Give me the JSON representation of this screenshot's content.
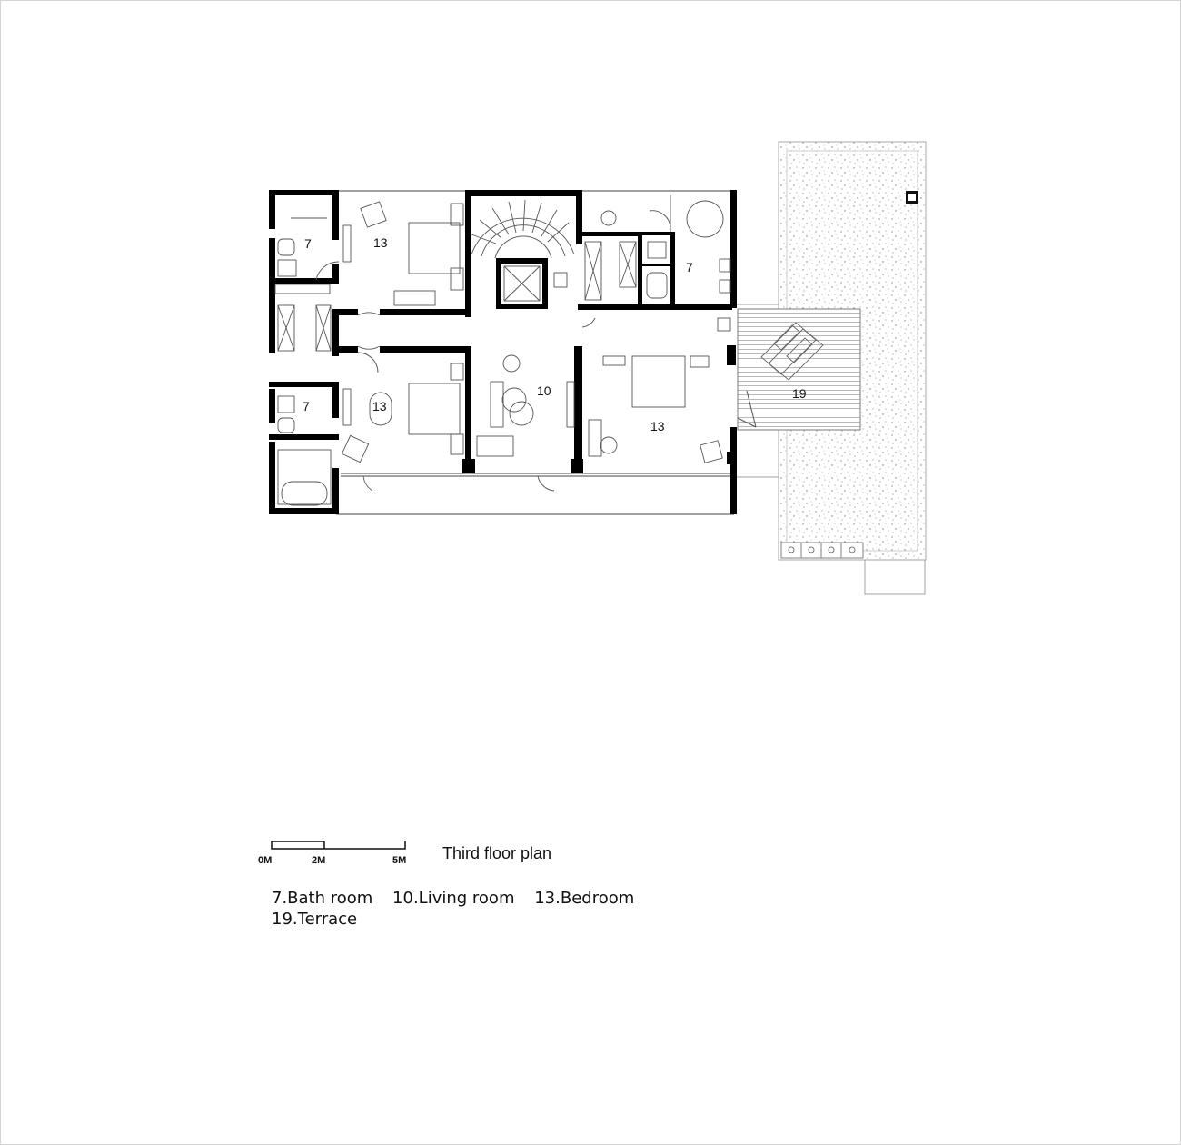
{
  "plan": {
    "title": "Third floor plan",
    "scale_bar": {
      "labels": [
        "0M",
        "2M",
        "5M"
      ]
    },
    "room_labels": [
      {
        "id": "bath-nw",
        "text": "7"
      },
      {
        "id": "bed-nw",
        "text": "13"
      },
      {
        "id": "bath-ne",
        "text": "7"
      },
      {
        "id": "living",
        "text": "10"
      },
      {
        "id": "bath-w",
        "text": "7"
      },
      {
        "id": "bed-sw",
        "text": "13"
      },
      {
        "id": "bed-master",
        "text": "13"
      },
      {
        "id": "terrace",
        "text": "19"
      }
    ],
    "legend": {
      "line1": [
        "7.Bath room",
        "10.Living room",
        "13.Bedroom"
      ],
      "line2": [
        "19.Terrace"
      ]
    }
  }
}
